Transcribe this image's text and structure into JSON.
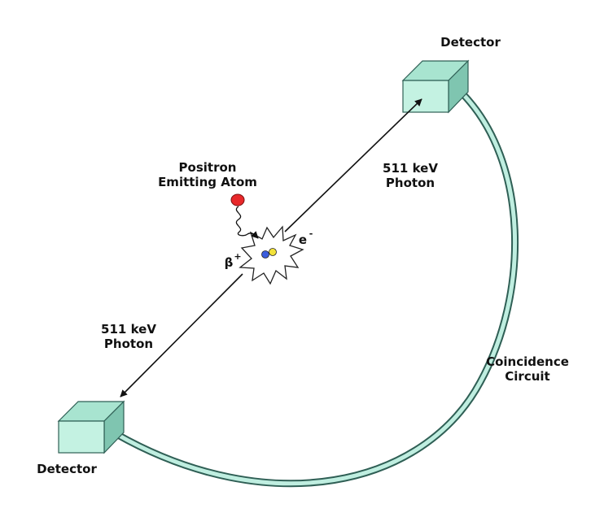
{
  "labels": {
    "detector_top": "Detector",
    "detector_bottom": "Detector",
    "positron_line1": "Positron",
    "positron_line2": "Emitting Atom",
    "photon_top_line1": "511 keV",
    "photon_top_line2": "Photon",
    "photon_bottom_line1": "511 keV",
    "photon_bottom_line2": "Photon",
    "coincidence_line1": "Coincidence",
    "coincidence_line2": "Circuit",
    "beta_symbol": "β",
    "beta_sup": "+",
    "electron_symbol": "e",
    "electron_sup": "-"
  },
  "colors": {
    "detector_front": "#c4f2e2",
    "detector_top": "#a8e4d0",
    "detector_side": "#7fc5b0",
    "detector_stroke": "#2f5f55",
    "circuit_fill": "#bfeee0",
    "circuit_stroke": "#2f5f55",
    "atom": "#e8282a",
    "positron_dot": "#3a5cdc",
    "electron_dot": "#f2e23a",
    "arrow": "#111111"
  }
}
